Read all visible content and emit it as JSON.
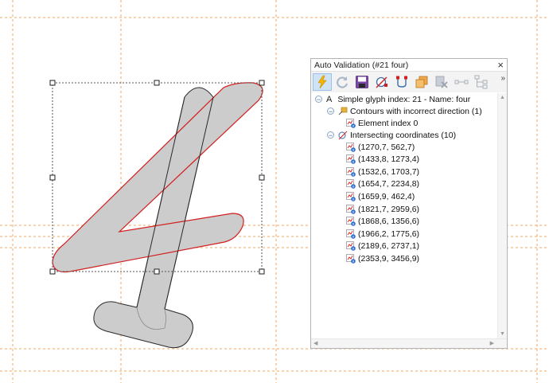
{
  "panel": {
    "title": "Auto Validation (#21 four)",
    "close_glyph": "×",
    "more_glyph": "»"
  },
  "toolbar": {
    "buttons": [
      {
        "icon": "lightning-icon",
        "active": true
      },
      {
        "icon": "refresh-icon",
        "active": false
      },
      {
        "icon": "save-icon",
        "active": false
      },
      {
        "icon": "node-check-icon",
        "active": false
      },
      {
        "icon": "contour-direction-icon",
        "active": false
      },
      {
        "icon": "copy-icon",
        "active": false
      },
      {
        "icon": "delete-icon",
        "active": false
      },
      {
        "icon": "connect-nodes-icon",
        "active": false
      },
      {
        "icon": "tree-view-icon",
        "active": false
      }
    ]
  },
  "tree": {
    "root": "Simple glyph index: 21 - Name: four",
    "groups": [
      {
        "label": "Contours with incorrect direction (1)",
        "items": [
          "Element index 0"
        ]
      },
      {
        "label": "Intersecting coordinates (10)",
        "items": [
          "(1270,7, 562,7)",
          "(1433,8, 1273,4)",
          "(1532,6, 1703,7)",
          "(1654,7, 2234,8)",
          "(1659,9, 462,4)",
          "(1821,7, 2959,6)",
          "(1868,6, 1356,6)",
          "(1966,2, 1775,6)",
          "(2189,6, 2737,1)",
          "(2353,9, 3456,9)"
        ]
      }
    ]
  },
  "colors": {
    "glyph_fill": "#cccccc",
    "glyph_stroke": "#2a2a2a",
    "error_stroke": "#d21e1e",
    "guide": "#f0a766",
    "accent": "#f5b400"
  }
}
